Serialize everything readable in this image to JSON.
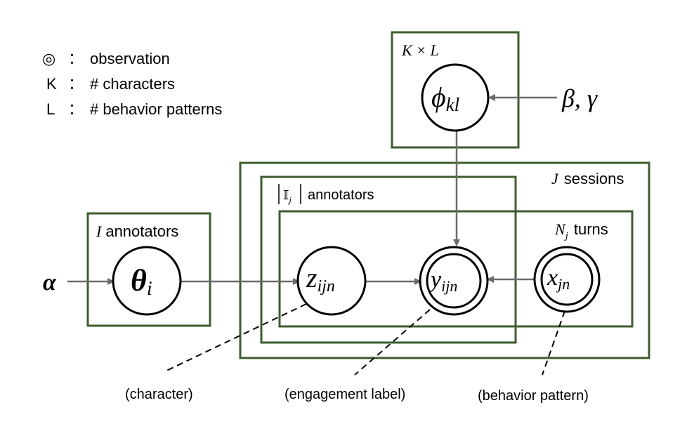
{
  "legend": {
    "observation_symbol": "◎",
    "observation_text": "observation",
    "k_symbol": "K",
    "k_text": "# characters",
    "l_symbol": "L",
    "l_text": "# behavior patterns",
    "separator": "："
  },
  "plates": {
    "kl": {
      "label": "K × L"
    },
    "annotators_outer": {
      "var": "I",
      "text": "annotators"
    },
    "sessions": {
      "var": "J",
      "text": "sessions"
    },
    "session_annotators": {
      "set": "𝕀",
      "sub": "j",
      "text": "annotators"
    },
    "turns": {
      "var": "N",
      "sub": "j",
      "text": "turns"
    }
  },
  "nodes": {
    "phi": {
      "base": "ϕ",
      "sub": "kl",
      "observed": false
    },
    "theta": {
      "base": "θ",
      "sub": "i",
      "observed": false
    },
    "z": {
      "base": "z",
      "sub": "ijn",
      "observed": false
    },
    "y": {
      "base": "y",
      "sub": "ijn",
      "observed": true
    },
    "x": {
      "base": "x",
      "sub": "jn",
      "observed": true
    }
  },
  "hyperparameters": {
    "alpha": "α",
    "beta_gamma": "β, γ"
  },
  "callouts": {
    "character": "(character)",
    "engagement": "(engagement label)",
    "behavior": "(behavior pattern)"
  },
  "colors": {
    "plate": "#3d5c2e",
    "arrow": "#6b6b6b",
    "node_stroke": "#000000"
  }
}
